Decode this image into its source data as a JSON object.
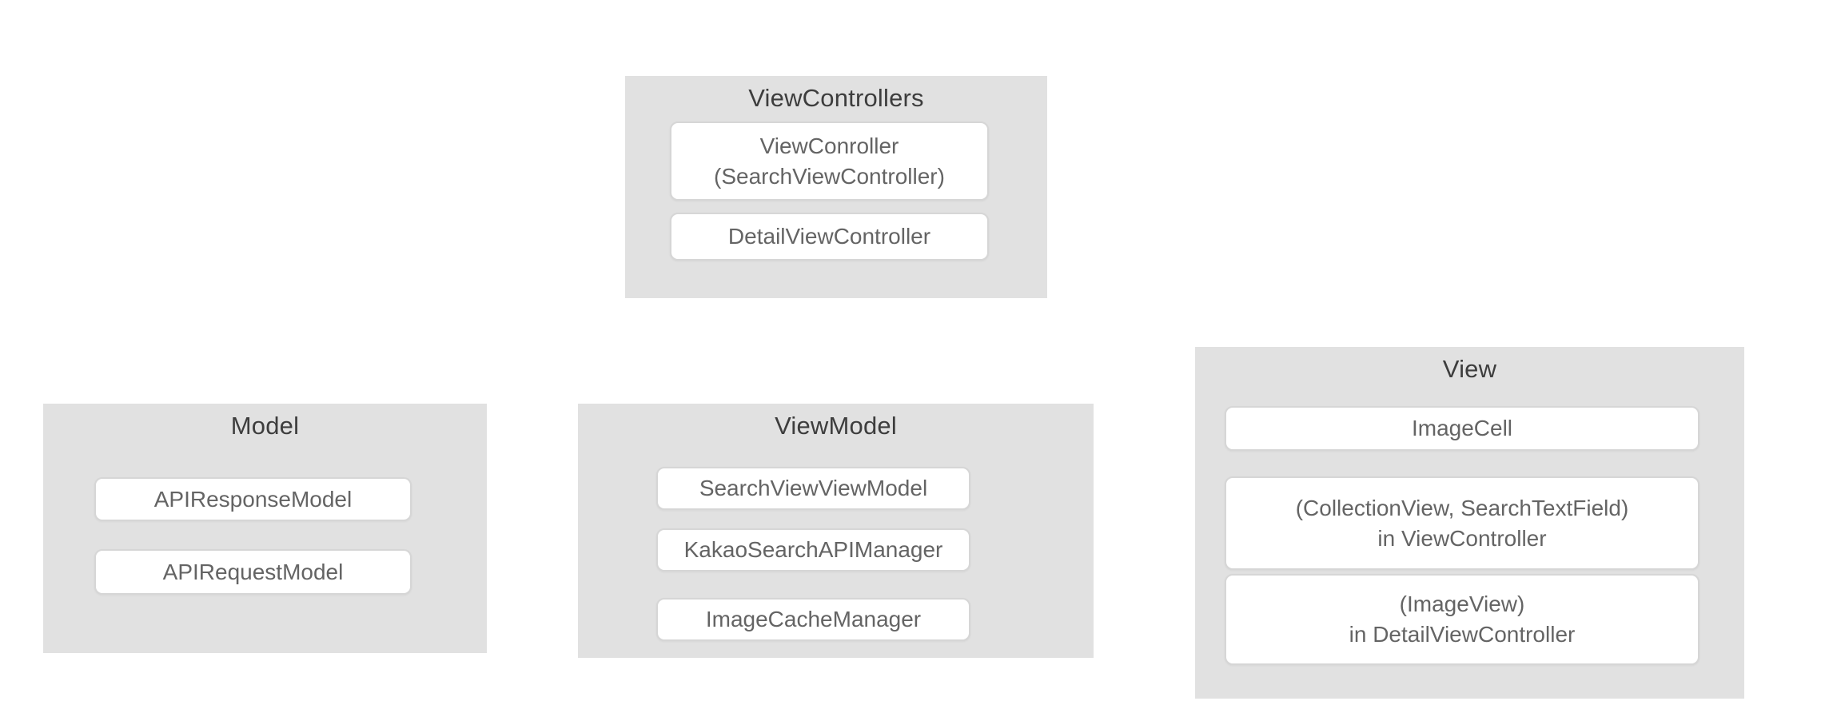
{
  "diagram": {
    "description": "MVVM architecture component diagram",
    "colors": {
      "background": "#ffffff",
      "panel_bg": "#e1e1e1",
      "box_bg": "#ffffff",
      "box_border": "#d6d6d6",
      "title_text": "#3d3d3d",
      "box_text": "#646464"
    }
  },
  "groups": [
    {
      "title": "ViewControllers",
      "boxes": [
        {
          "lines": [
            "ViewConroller",
            "(SearchViewController)"
          ]
        },
        {
          "lines": [
            "DetailViewController"
          ]
        }
      ]
    },
    {
      "title": "Model",
      "boxes": [
        {
          "lines": [
            "APIResponseModel"
          ]
        },
        {
          "lines": [
            "APIRequestModel"
          ]
        }
      ]
    },
    {
      "title": "ViewModel",
      "boxes": [
        {
          "lines": [
            "SearchViewViewModel"
          ]
        },
        {
          "lines": [
            "KakaoSearchAPIManager"
          ]
        },
        {
          "lines": [
            "ImageCacheManager"
          ]
        }
      ]
    },
    {
      "title": "View",
      "boxes": [
        {
          "lines": [
            "ImageCell"
          ]
        },
        {
          "lines": [
            "(CollectionView, SearchTextField)",
            "in ViewController"
          ]
        },
        {
          "lines": [
            "(ImageView)",
            "in DetailViewController"
          ]
        }
      ]
    }
  ]
}
